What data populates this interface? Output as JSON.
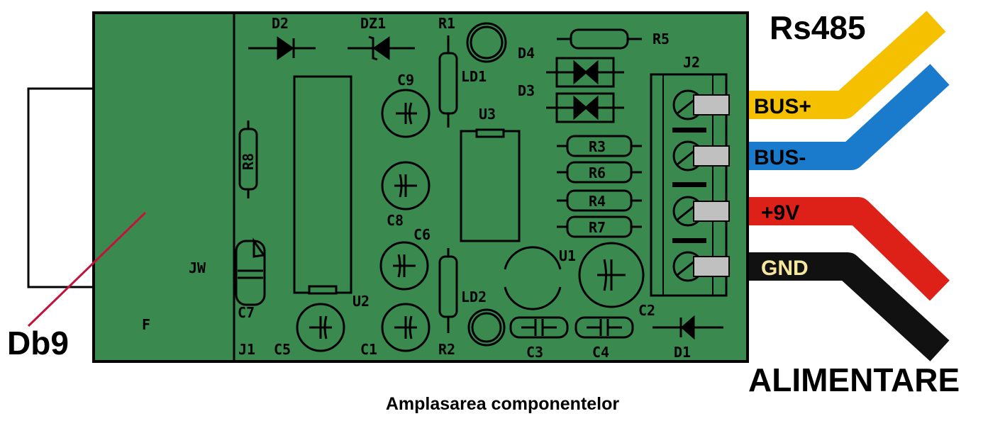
{
  "colors": {
    "board": "#3a8a50",
    "outline": "#000000",
    "wire_busp": "#f5c000",
    "wire_busm": "#1a7acc",
    "wire_9v": "#dd2018",
    "wire_gnd": "#111111",
    "pin": "#c0c0c0",
    "db9_line": "#c0143c"
  },
  "title_rs485": "Rs485",
  "title_alimentare": "ALIMENTARE",
  "db9_label": "Db9",
  "caption": "Amplasarea componentelor",
  "wires": {
    "bus_plus": "BUS+",
    "bus_minus": "BUS-",
    "plus9v": "+9V",
    "gnd": "GND"
  },
  "components": {
    "D2": "D2",
    "DZ1": "DZ1",
    "R1": "R1",
    "R5": "R5",
    "D4": "D4",
    "LD1": "LD1",
    "D3": "D3",
    "J2": "J2",
    "C9": "C9",
    "U3": "U3",
    "R3": "R3",
    "R6": "R6",
    "R4": "R4",
    "R7": "R7",
    "R8": "R8",
    "C8": "C8",
    "C6": "C6",
    "U1": "U1",
    "JW": "JW",
    "C7": "C7",
    "U2": "U2",
    "LD2": "LD2",
    "C2": "C2",
    "F": "F",
    "J1": "J1",
    "C5": "C5",
    "C1": "C1",
    "R2": "R2",
    "C3": "C3",
    "C4": "C4",
    "D1": "D1"
  }
}
